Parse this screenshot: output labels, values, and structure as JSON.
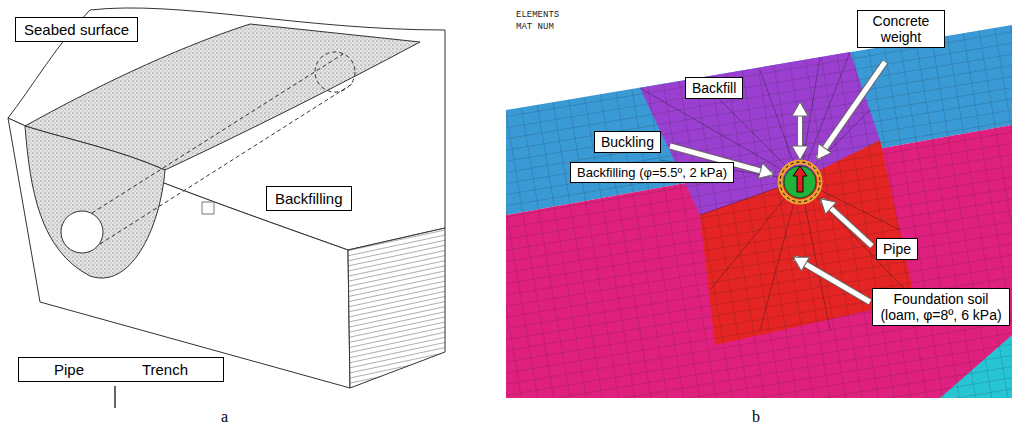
{
  "diagram": {
    "nodes": [
      {
        "text": [
          "Seabed surface"
        ]
      },
      {
        "text": [
          "Backfilling"
        ]
      },
      {
        "text": [
          "Pipe",
          "Trench"
        ]
      },
      {
        "text": [
          "Concrete weight"
        ]
      },
      {
        "text": [
          "Backfill"
        ]
      },
      {
        "text": [
          "Buckling"
        ]
      },
      {
        "text": [
          "Backfilling (φ=5.5º, 2 kPa)"
        ]
      },
      {
        "text": [
          "Pipe"
        ]
      },
      {
        "text": [
          "Foundation soil (loam, φ=8º, 6 kPa)"
        ]
      }
    ],
    "edges": [],
    "labels": [
      "ELEMENTS",
      "MAT NUM",
      "a",
      "b"
    ]
  }
}
